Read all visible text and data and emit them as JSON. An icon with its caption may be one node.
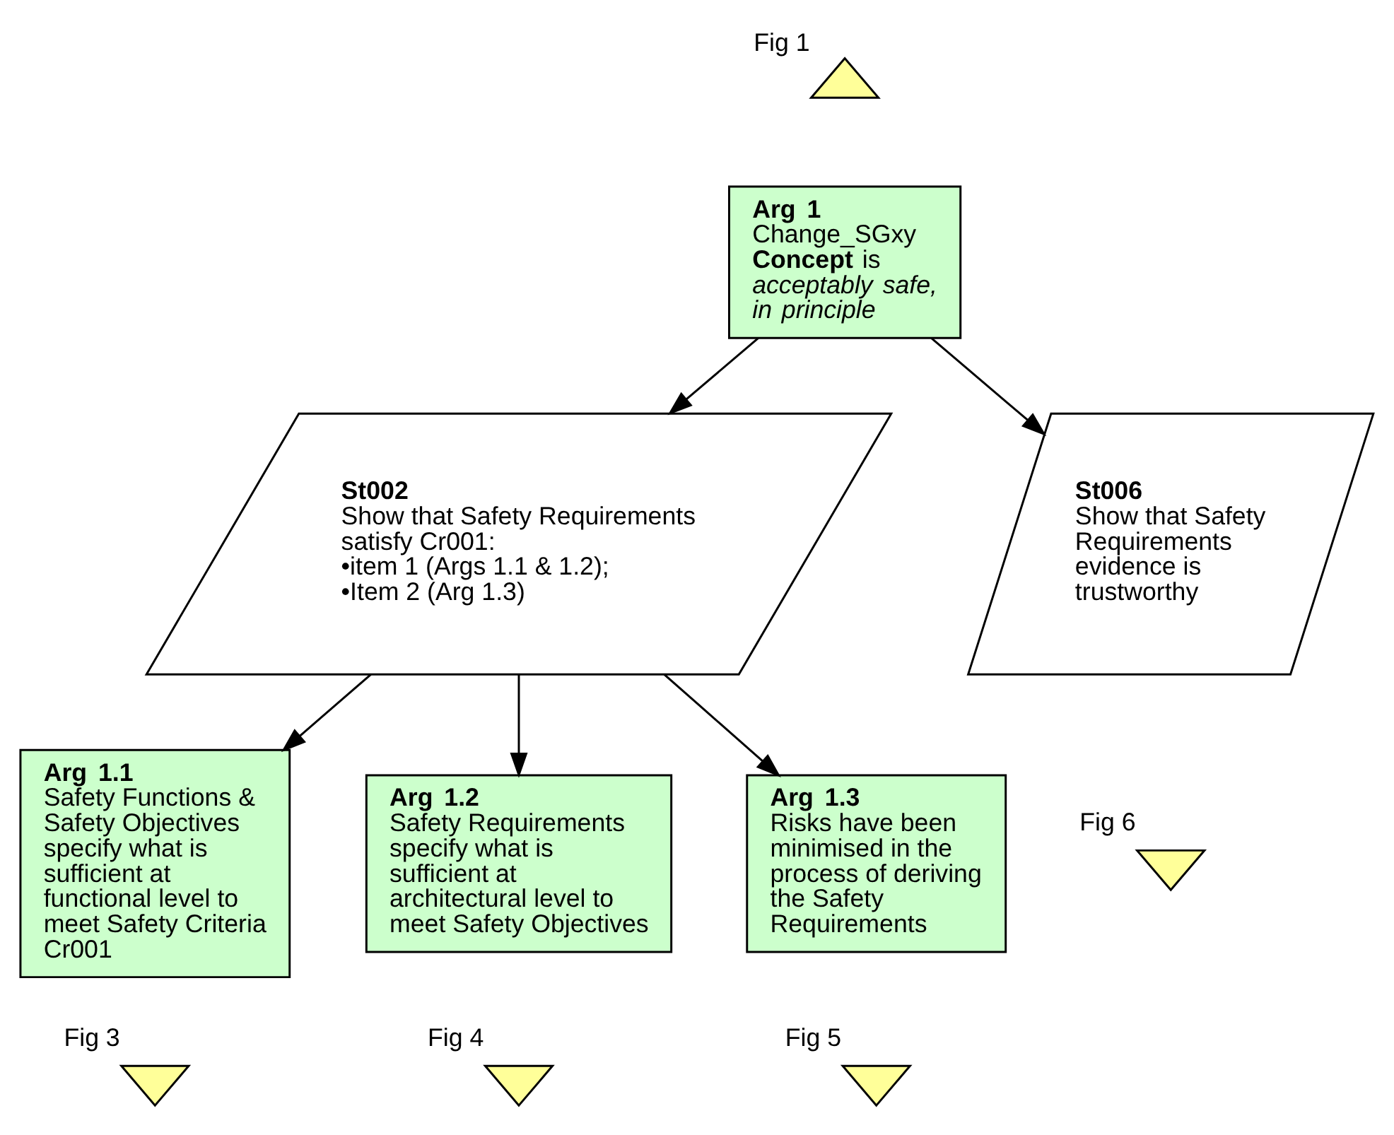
{
  "diagram": {
    "nodes": [
      {
        "text": [],
        "shape": "triangle",
        "beside": [
          "Fig 1"
        ]
      },
      {
        "text": [
          "Arg 1",
          "Change_SGxy **Concept** is *acceptably safe, in principle*"
        ]
      },
      {
        "text": [
          "St002",
          "Show that Safety Requirements satisfy Cr001:",
          "•item 1 (Args 1.1 & 1.2);",
          "•Item 2 (Arg 1.3)"
        ]
      },
      {
        "text": [
          "St006",
          "Show that Safety Requirements evidence is trustworthy"
        ]
      },
      {
        "text": [],
        "shape": "triangle",
        "beside": [
          "Fig 6"
        ]
      },
      {
        "text": [
          "Arg 1.1",
          "Safety Functions & Safety Objectives specify what is sufficient at functional level to meet Safety Criteria Cr001"
        ]
      },
      {
        "text": [
          "Arg 1.2",
          "Safety Requirements specify what is sufficient at architectural level to meet Safety Objectives"
        ]
      },
      {
        "text": [
          "Arg 1.3",
          "Risks have been minimised in the process of deriving the Safety Requirements"
        ]
      },
      {
        "text": [],
        "shape": "triangle",
        "beside": [
          "Fig 3"
        ]
      },
      {
        "text": [],
        "shape": "triangle",
        "beside": [
          "Fig 4"
        ]
      },
      {
        "text": [],
        "shape": "triangle",
        "beside": [
          "Fig 5"
        ]
      }
    ],
    "edges": [
      {
        "from": 1,
        "to": 2,
        "arrow": "to"
      },
      {
        "from": 1,
        "to": 3,
        "arrow": "to"
      },
      {
        "from": 2,
        "to": 5,
        "arrow": "to"
      },
      {
        "from": 2,
        "to": 6,
        "arrow": "to"
      },
      {
        "from": 2,
        "to": 7,
        "arrow": "to"
      }
    ]
  }
}
